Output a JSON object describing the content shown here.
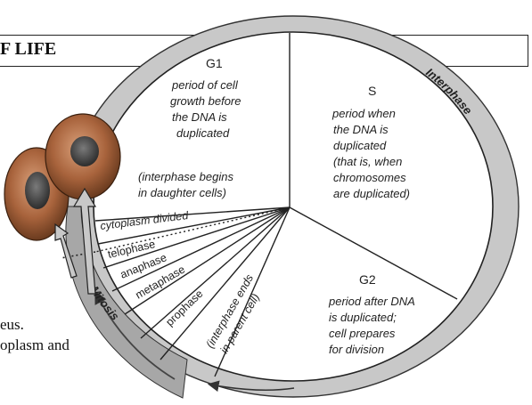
{
  "heading": {
    "partial_title": "F LIFE"
  },
  "background_text": {
    "line1": "eus.",
    "line2": "oplasm and"
  },
  "ring_labels": {
    "interphase": "Interphase",
    "mitosis": "Mitosis"
  },
  "g1": {
    "title": "G1",
    "lines": [
      "period of cell",
      "growth before",
      "the DNA is",
      "duplicated"
    ]
  },
  "s": {
    "title": "S",
    "lines": [
      "period when",
      "the DNA is",
      "duplicated",
      "(that is, when",
      "chromosomes",
      "are duplicated)"
    ]
  },
  "g2": {
    "title": "G2",
    "lines": [
      "period after DNA",
      "is duplicated;",
      "cell prepares",
      "for division"
    ]
  },
  "interphase_begins": {
    "lines": [
      "(interphase begins",
      "in daughter cells)"
    ]
  },
  "interphase_ends": {
    "lines": [
      "(interphase ends",
      "in parent cell)"
    ]
  },
  "mitosis_phases": {
    "cytoplasm": "cytoplasm divided",
    "telophase": "telophase",
    "anaphase": "anaphase",
    "metaphase": "metaphase",
    "prophase": "prophase"
  },
  "colors": {
    "ring": "#c8c8c8",
    "mitosis_ring": "#a7a7a7",
    "cell_body": "#a8633c",
    "nucleus": "#3f3f3f"
  }
}
